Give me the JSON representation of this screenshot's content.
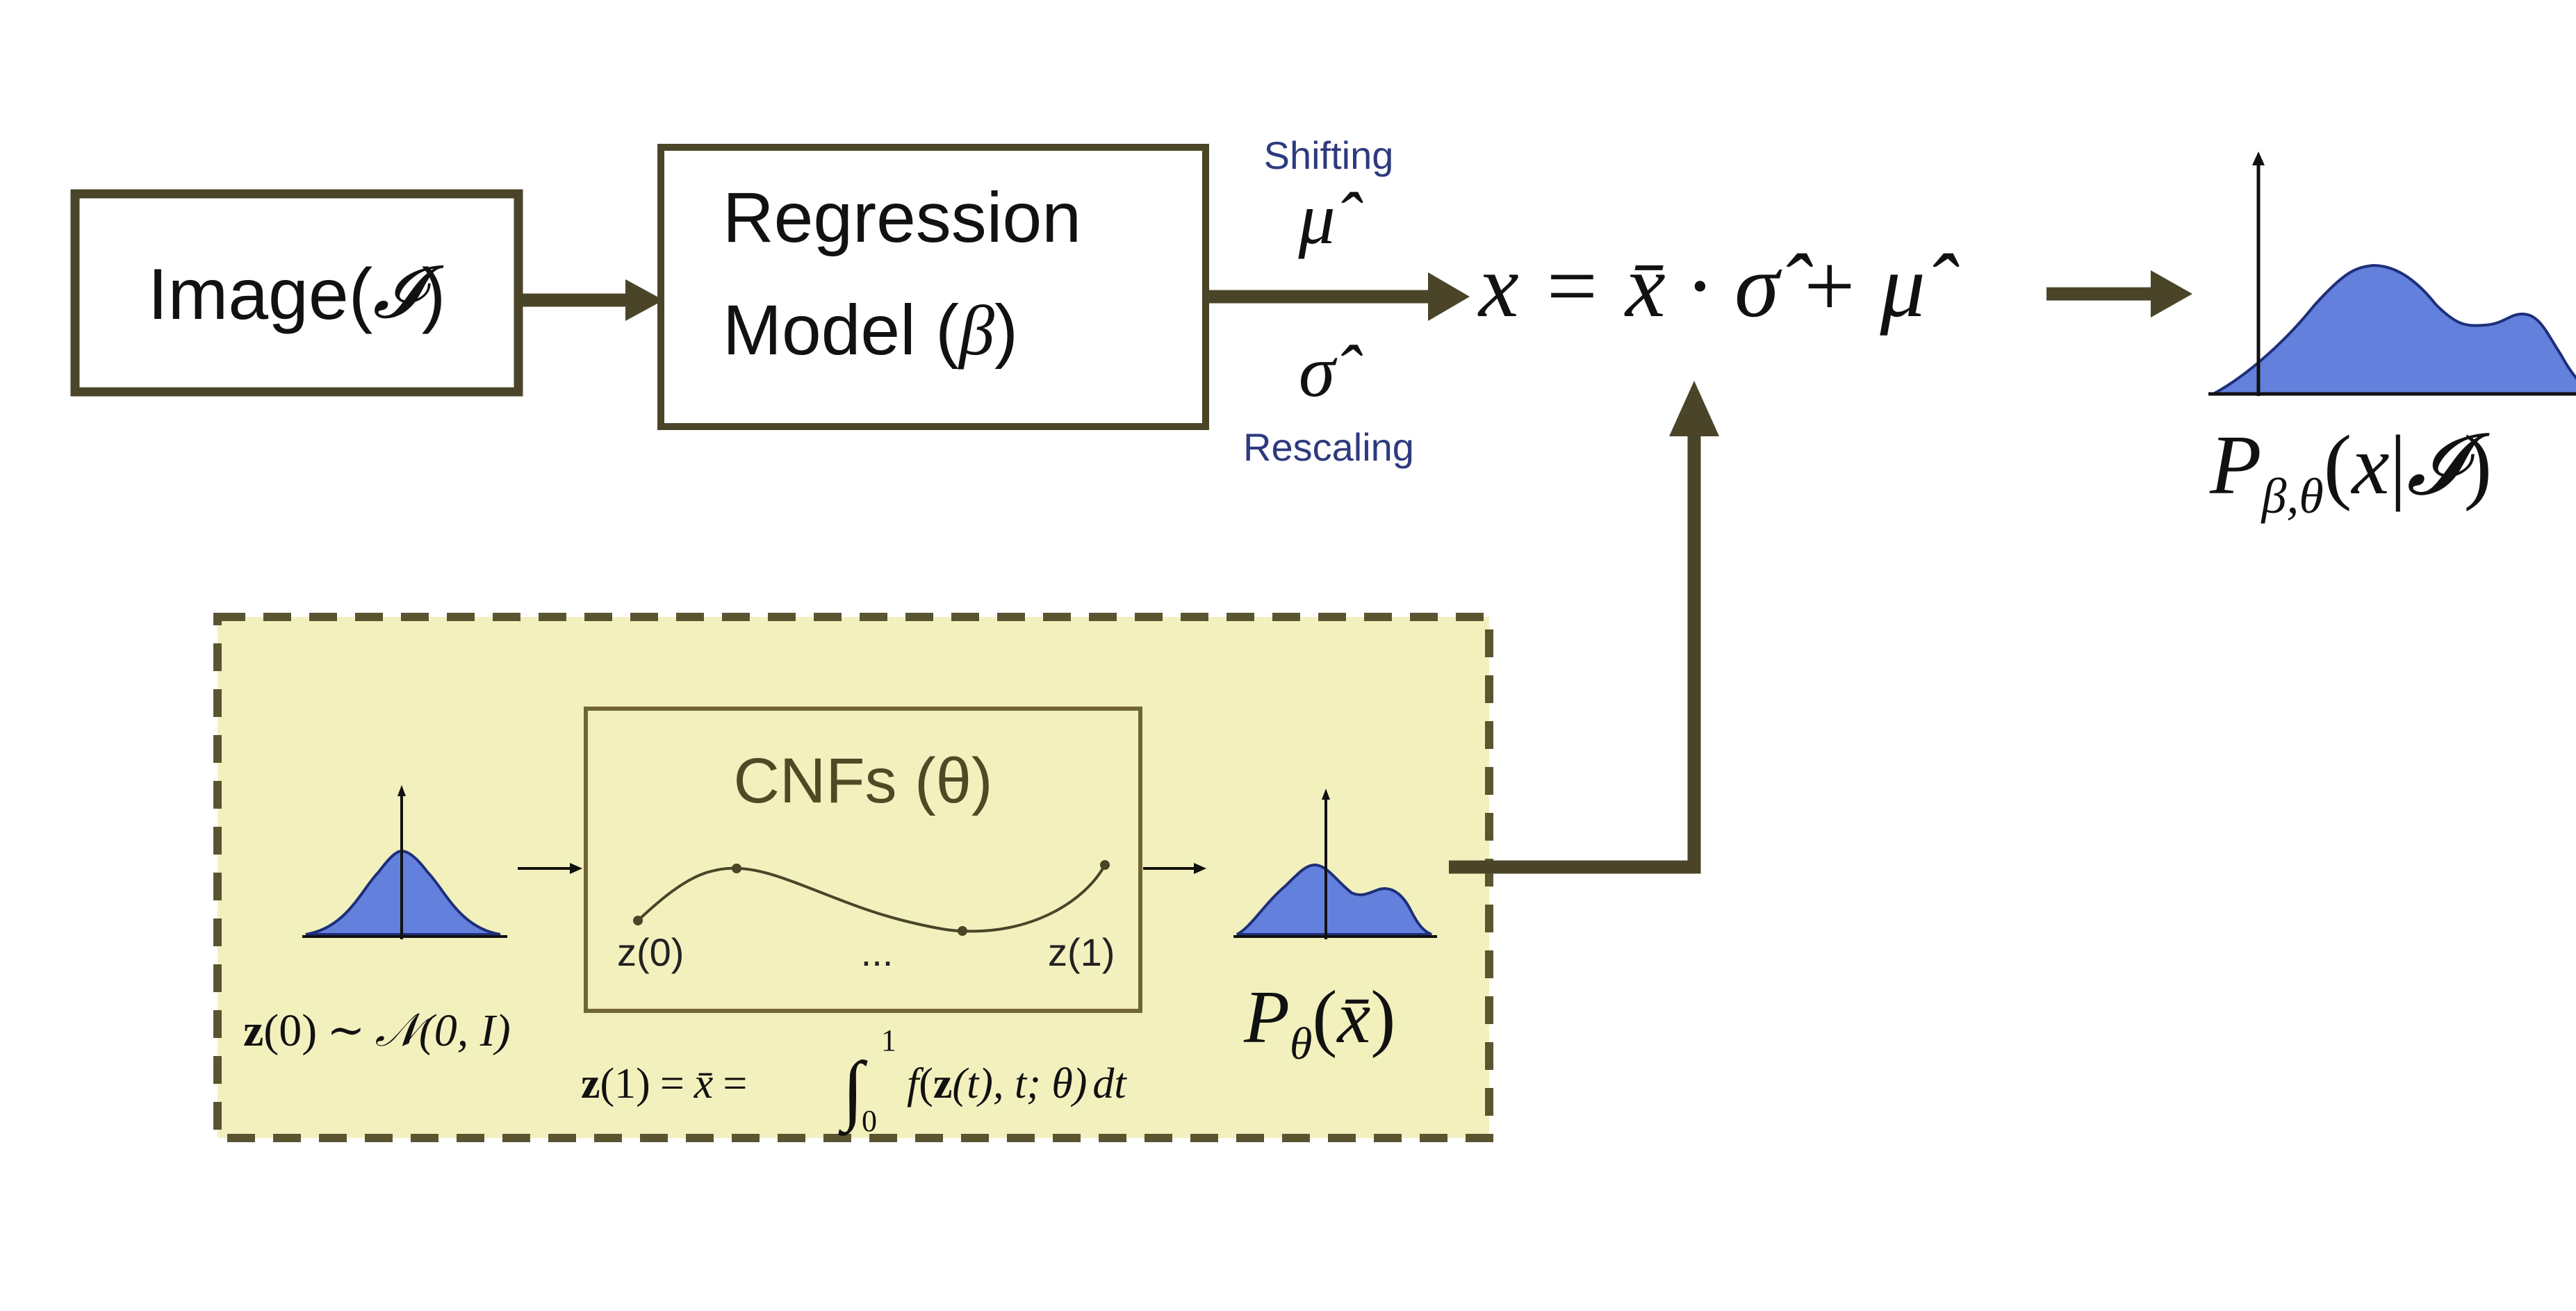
{
  "image_box": {
    "label_prefix": "Image(",
    "symbol": "𝓘",
    "label_suffix": ")"
  },
  "regression_box": {
    "line1": "Regression",
    "line2_prefix": "Model (",
    "symbol": "β",
    "line2_suffix": ")"
  },
  "shift": {
    "label": "Shifting",
    "symbol": "μ̂"
  },
  "rescale": {
    "label": "Rescaling",
    "symbol": "σ̂"
  },
  "equation": {
    "lhs": "x",
    "eq": "=",
    "xbar": "x̄",
    "dot": "·",
    "sigma": "σ̂",
    "plus": "+",
    "mu": "μ̂"
  },
  "output_dist": {
    "P": "P",
    "subscript": "β,θ",
    "args_open": "(",
    "x": "x",
    "bar": "|",
    "I": "𝓘",
    "args_close": ")"
  },
  "cnf": {
    "title": "CNFs (θ)",
    "z0_label": "z(0)",
    "z1_label": "z(1)",
    "ellipsis": "...",
    "prior": {
      "z": "z",
      "arg": "(0)",
      "sim": "∼",
      "N": "𝒩",
      "params": "(0, I)"
    },
    "integral": {
      "z": "z",
      "arg": "(1)",
      "eq1": "=",
      "xbar": "x̄",
      "eq2": "=",
      "int": "∫",
      "upper": "1",
      "lower": "0",
      "f": "f",
      "open": "(",
      "zt_bold": "z",
      "zt_arg": "(t), t; θ)",
      "dt": "dt"
    },
    "base_dist": {
      "P": "P",
      "subscript": "θ",
      "open": "(",
      "xbar": "x̄",
      "close": ")"
    }
  },
  "colors": {
    "arrow": "#4a4528",
    "box_stroke": "#4a4528",
    "panel_fill": "#f2f0bd",
    "panel_stroke": "#5a5530",
    "inner_box_stroke": "#6f6633",
    "cnf_title": "#4f4a25",
    "density_fill": "#6380dc",
    "density_stroke": "#1e2f7a",
    "label_blue": "#2e3a7e",
    "text": "#111111"
  },
  "icons": {
    "standard-normal-plot": "bell-curve-icon",
    "learned-density-plot": "bimodal-density-icon",
    "conditional-density-plot": "conditional-density-icon",
    "trajectory": "ode-trajectory-icon"
  }
}
